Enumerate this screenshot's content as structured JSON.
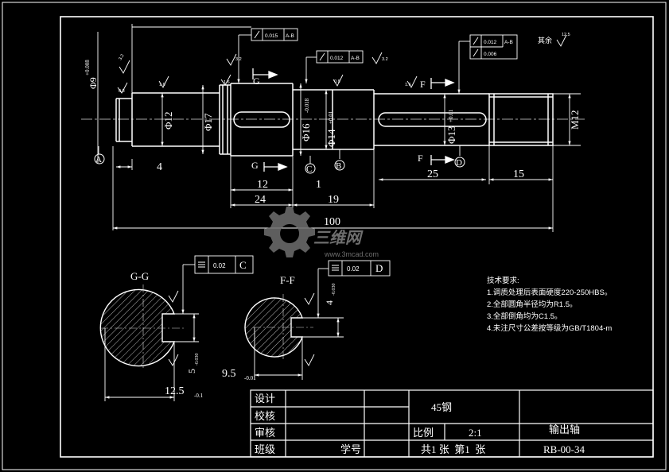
{
  "drawing": {
    "colors": {
      "background": "#000000",
      "line": "#ffffff",
      "center": "#d9d9d9",
      "watermark": "#6e6e6e"
    },
    "views": {
      "section_gg": "G-G",
      "section_ff": "F-F"
    },
    "datums": [
      "A",
      "C",
      "B",
      "D"
    ],
    "section_marks": {
      "g_top": "G",
      "g_bottom": "G",
      "f_top": "F",
      "f_bottom": "F"
    },
    "main_dimensions": {
      "d_left": "Φ9",
      "d_left_tol": "+0.008",
      "d12": "Φ12",
      "d17": "Φ17",
      "d16": "Φ16",
      "d16_tol": "-0.018",
      "d14": "Φ14",
      "d14_tol": "+0.01",
      "d13": "Φ13",
      "d13_tol": "+0.01",
      "thread": "M12",
      "len_4": "4",
      "len_12": "12",
      "len_1": "1",
      "len_24": "24",
      "len_19": "19",
      "len_25": "25",
      "len_15": "15",
      "len_100": "100"
    },
    "tolerance_frames": {
      "top1_value": "0.015",
      "top1_ref": "A-B",
      "top2_value": "0.012",
      "top2_ref": "A-B",
      "top3_value": "0.012",
      "top3_ref": "A-B",
      "top3b_value": "0.006",
      "sec_g_value": "0.02",
      "sec_g_ref": "C",
      "sec_f_value": "0.02",
      "sec_f_ref": "D"
    },
    "roughness": {
      "rest_label": "其余",
      "rest_value": "12.5",
      "r32": "3.2",
      "r08": "0.8",
      "r16": "1.6"
    },
    "section_dimensions": {
      "g_width": "12.5",
      "g_width_tol": "-0.1",
      "g_key": "5",
      "g_key_tol": "-0.030",
      "f_width": "9.5",
      "f_width_tol": "-0.01",
      "f_key": "4",
      "f_key_tol": "-0.030"
    },
    "notes": {
      "heading": "技术要求:",
      "items": [
        "1.调质处理后表面硬度220-250HBS。",
        "2.全部圆角半径均为R1.5。",
        "3.全部倒角均为C1.5。",
        "4.未注尺寸公差按等级为GB/T1804-m"
      ]
    },
    "watermark": {
      "brand": "三维网",
      "url": "www.3mcad.com"
    },
    "title_block": {
      "design": "设计",
      "check": "校核",
      "review": "审核",
      "class": "班级",
      "student_no": "学号",
      "material": "45钢",
      "scale_label": "比例",
      "scale_value": "2:1",
      "sheets": "共1 张  第1  张",
      "part_name": "输出轴",
      "drawing_no": "RB-00-34"
    }
  }
}
